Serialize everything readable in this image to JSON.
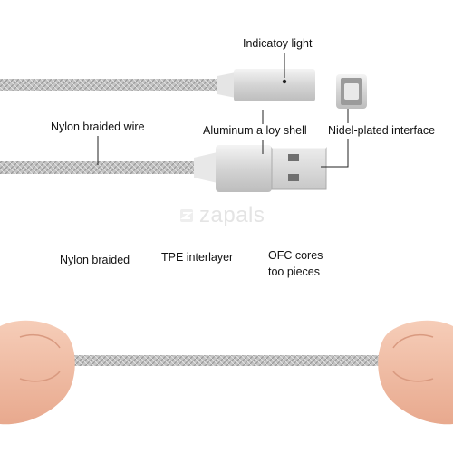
{
  "labels": {
    "indicator_light": "Indicatoy light",
    "nylon_braided_wire": "Nylon braided wire",
    "aluminum_shell": "Aluminum a loy shell",
    "plated_interface": "Nidel-plated interface",
    "nylon_braided": "Nylon braided",
    "tpe_interlayer": "TPE interlayer",
    "ofc_cores_line1": "OFC cores",
    "ofc_cores_line2": "too pieces"
  },
  "watermark": "zapals",
  "colors": {
    "cable": "#b9b9b9",
    "shell": "#e2e2e2",
    "usb_plug": "#d8d8d8",
    "skin": "#f0bfa8",
    "leader_lines": "#222222"
  },
  "icons": [
    "led-dot-icon",
    "usb-symbol-icon",
    "zapals-logo-icon"
  ]
}
